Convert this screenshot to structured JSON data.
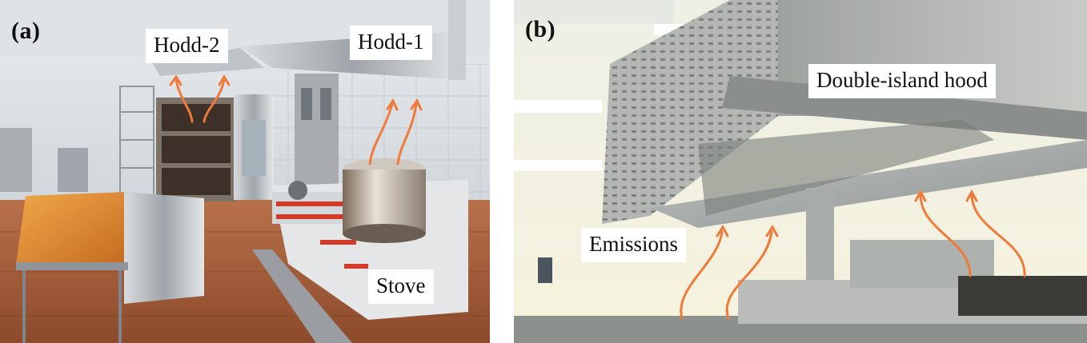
{
  "panels": {
    "a": {
      "letter": "(a)",
      "labels": {
        "hood2": "Hodd-2",
        "hood1": "Hodd-1",
        "stove": "Stove"
      }
    },
    "b": {
      "letter": "(b)",
      "labels": {
        "hood": "Double-island hood",
        "emissions": "Emissions"
      }
    }
  },
  "colors": {
    "arrow": "#f07a3a"
  }
}
